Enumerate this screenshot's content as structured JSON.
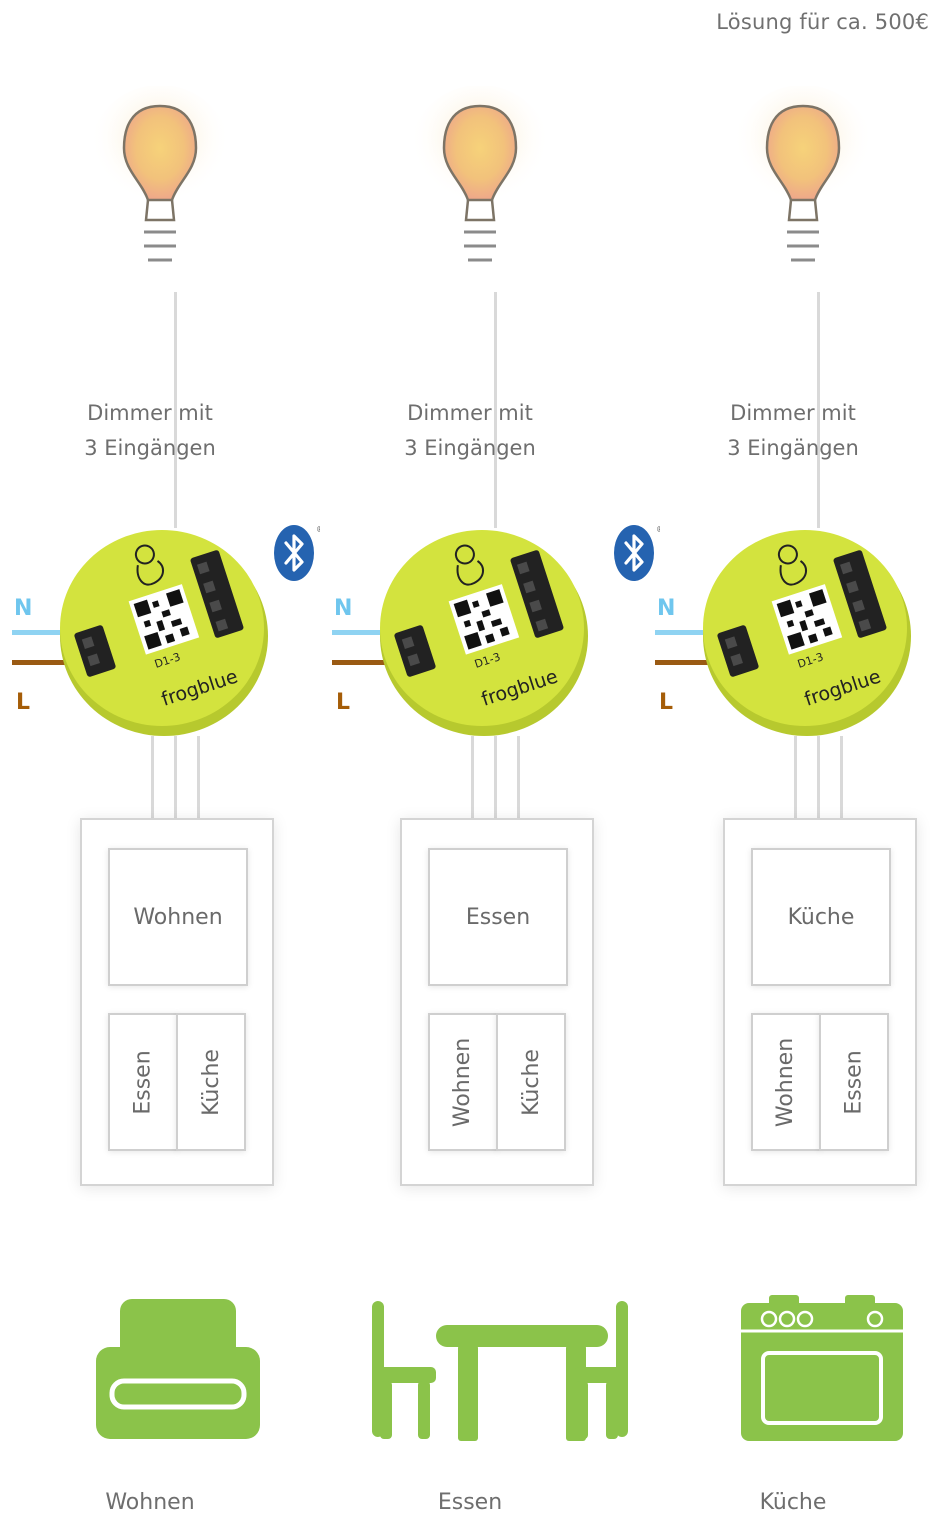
{
  "header": {
    "price_label": "Lösung für ca. 500€"
  },
  "colors": {
    "bulb_glow": "#f2c27b",
    "module_green": "#cfe23a",
    "room_icon_green": "#8bc34a",
    "neutral_wire": "#8fd3f2",
    "live_wire": "#9a5a13",
    "bluetooth_blue": "#2563b0"
  },
  "wire_labels": {
    "neutral": "N",
    "live": "L"
  },
  "columns": [
    {
      "dimmer_label": [
        "Dimmer mit",
        "3 Eingängen"
      ],
      "module": {
        "brand": "frogblue",
        "model": "D1-3"
      },
      "switch": {
        "main": "Wohnen",
        "left": "Essen",
        "right": "Küche"
      },
      "room": {
        "label": "Wohnen",
        "icon": "armchair-icon"
      }
    },
    {
      "dimmer_label": [
        "Dimmer mit",
        "3 Eingängen"
      ],
      "module": {
        "brand": "frogblue",
        "model": "D1-3"
      },
      "switch": {
        "main": "Essen",
        "left": "Wohnen",
        "right": "Küche"
      },
      "room": {
        "label": "Essen",
        "icon": "dining-table-icon"
      }
    },
    {
      "dimmer_label": [
        "Dimmer mit",
        "3 Eingängen"
      ],
      "module": {
        "brand": "frogblue",
        "model": "D1-3"
      },
      "switch": {
        "main": "Küche",
        "left": "Wohnen",
        "right": "Essen"
      },
      "room": {
        "label": "Küche",
        "icon": "stove-icon"
      }
    }
  ],
  "bluetooth": {
    "icon": "bluetooth-icon",
    "mark": "®"
  }
}
